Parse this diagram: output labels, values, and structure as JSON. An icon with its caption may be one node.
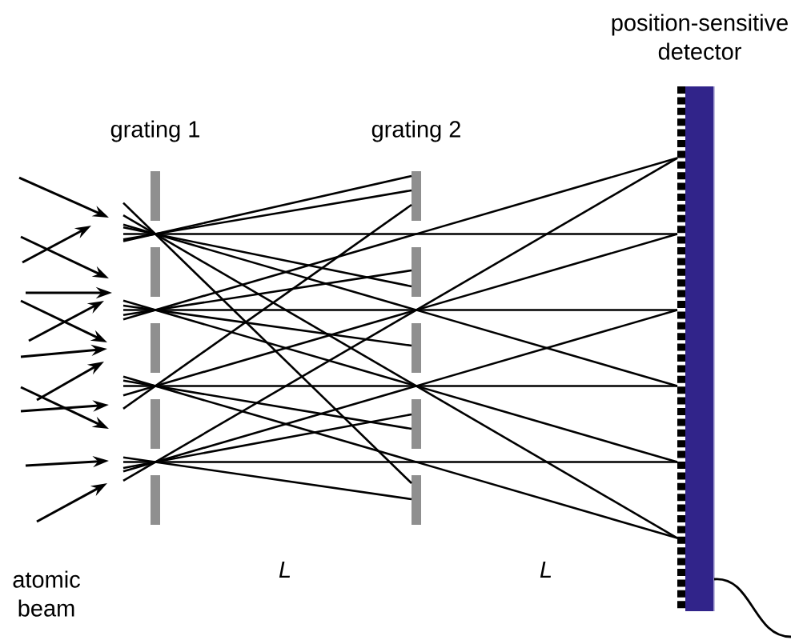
{
  "diagram": {
    "labels": [
      "position-sensitive detector",
      "grating 1",
      "grating 2",
      "atomic beam",
      "L",
      "L"
    ]
  }
}
